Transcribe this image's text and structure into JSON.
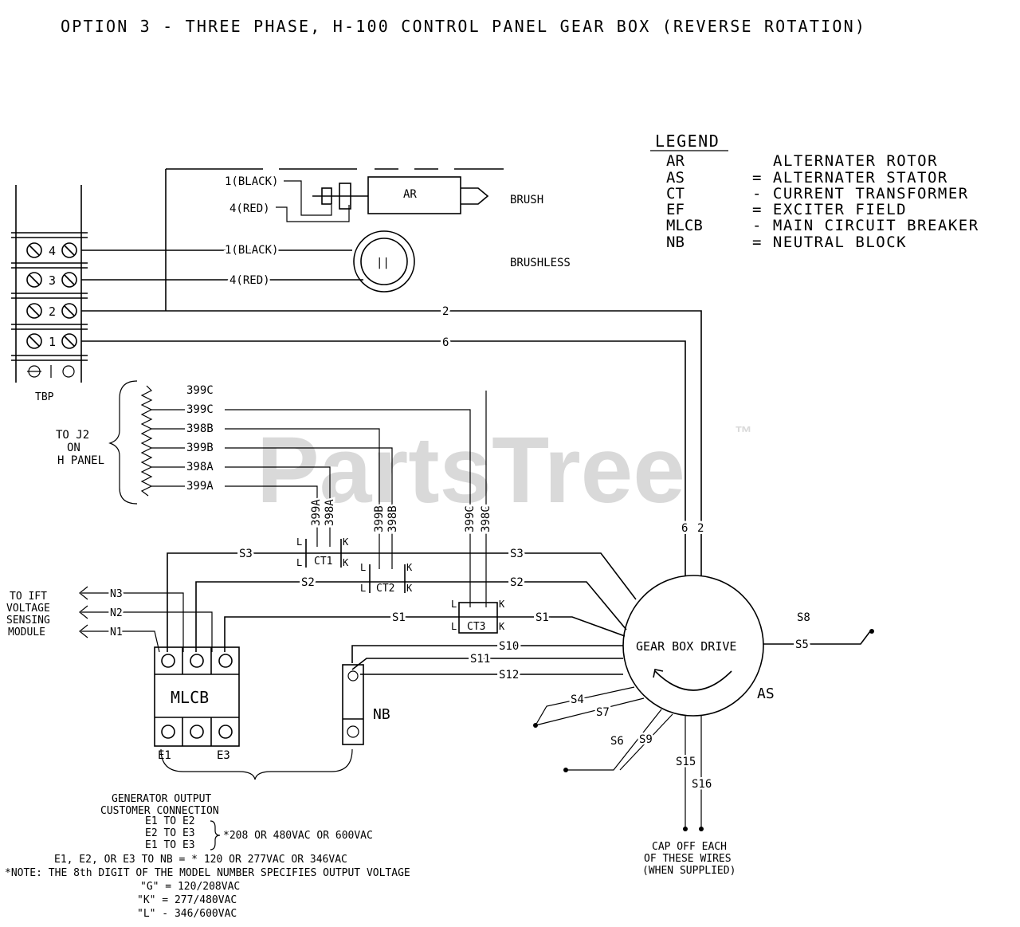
{
  "title": "OPTION 3 - THREE PHASE, H-100 CONTROL PANEL GEAR BOX (REVERSE ROTATION)",
  "watermark": "PartsTree",
  "watermark_tm": "™",
  "legend": {
    "heading": "LEGEND",
    "items": [
      {
        "code": "AR",
        "desc": "ALTERNATER ROTOR"
      },
      {
        "code": "AS",
        "desc": "= ALTERNATER STATOR"
      },
      {
        "code": "CT",
        "desc": "- CURRENT TRANSFORMER"
      },
      {
        "code": "EF",
        "desc": "= EXCITER FIELD"
      },
      {
        "code": "MLCB",
        "desc": "- MAIN CIRCUIT BREAKER"
      },
      {
        "code": "NB",
        "desc": "= NEUTRAL BLOCK"
      }
    ]
  },
  "terminal_block": {
    "label": "TBP",
    "terminals": [
      "4",
      "3",
      "2",
      "1"
    ]
  },
  "brush": {
    "wire_black": "1(BLACK)",
    "wire_red": "4(RED)",
    "rotor": "AR",
    "label": "BRUSH"
  },
  "brushless": {
    "wire_black": "1(BLACK)",
    "wire_red": "4(RED)",
    "rotor": "||",
    "label": "BRUSHLESS"
  },
  "wires": {
    "w2": "2",
    "w6": "6",
    "w6b": "6",
    "w2b": "2"
  },
  "j2": {
    "label_lines": [
      "TO J2",
      "ON",
      "H PANEL"
    ],
    "pins": [
      "399C",
      "399C",
      "398B",
      "399B",
      "398A",
      "399A"
    ]
  },
  "ct_leads": {
    "ct1": [
      "399A",
      "398A"
    ],
    "ct2": [
      "399B",
      "398B"
    ],
    "ct3": [
      "399C",
      "398C"
    ]
  },
  "ct_labels": {
    "ct1": "CT1",
    "ct2": "CT2",
    "ct3": "CT3",
    "l": "L",
    "k": "K"
  },
  "stator_leads": {
    "s3": "S3",
    "s2": "S2",
    "s1": "S1",
    "s3b": "S3",
    "s2b": "S2",
    "s1b": "S1",
    "s10": "S10",
    "s11": "S11",
    "s12": "S12",
    "s4": "S4",
    "s7": "S7",
    "s6": "S6",
    "s9": "S9",
    "s15": "S15",
    "s16": "S16",
    "s8": "S8",
    "s5": "S5"
  },
  "sensing": {
    "label_lines": [
      "TO IFT",
      "VOLTAGE",
      "SENSING",
      "MODULE"
    ],
    "n3": "N3",
    "n2": "N2",
    "n1": "N1"
  },
  "mlcb": {
    "label": "MLCB",
    "e1": "E1",
    "e3": "E3"
  },
  "nb": {
    "label": "NB"
  },
  "gearbox": {
    "label": "GEAR BOX DRIVE",
    "as": "AS"
  },
  "cap_note": [
    "CAP OFF EACH",
    "OF THESE WIRES",
    "(WHEN SUPPLIED)"
  ],
  "output_notes": {
    "lines": [
      "GENERATOR OUTPUT",
      "CUSTOMER CONNECTION",
      "E1 TO E2",
      "E2 TO E3",
      "E1 TO E3",
      "*208 OR 480VAC OR 600VAC",
      "E1, E2, OR E3 TO NB = * 120 OR 277VAC OR 346VAC",
      "*NOTE: THE 8th DIGIT OF THE MODEL NUMBER SPECIFIES OUTPUT VOLTAGE",
      "\"G\" = 120/208VAC",
      "\"K\" = 277/480VAC",
      "\"L\" - 346/600VAC"
    ]
  }
}
